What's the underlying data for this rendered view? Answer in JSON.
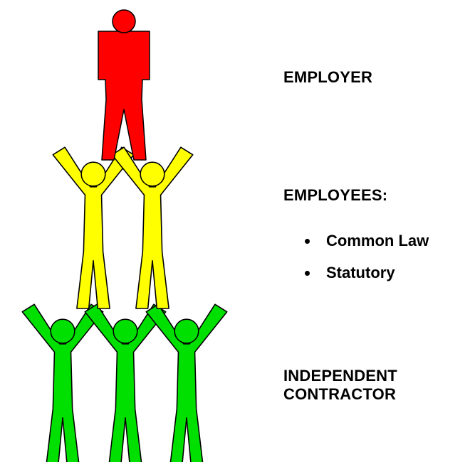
{
  "colors": {
    "employer": "#ff0000",
    "employees": "#ffff00",
    "contractors": "#00e000",
    "outline": "#000000"
  },
  "labels": {
    "employer": "EMPLOYER",
    "employees": "EMPLOYEES:",
    "employee_types": [
      "Common Law",
      "Statutory"
    ],
    "contractor": "INDEPENDENT\nCONTRACTOR"
  },
  "icons": {
    "employer_figure": "person-standing-icon",
    "employee_figure": "person-arms-raised-icon",
    "contractor_figure": "person-arms-raised-icon"
  }
}
